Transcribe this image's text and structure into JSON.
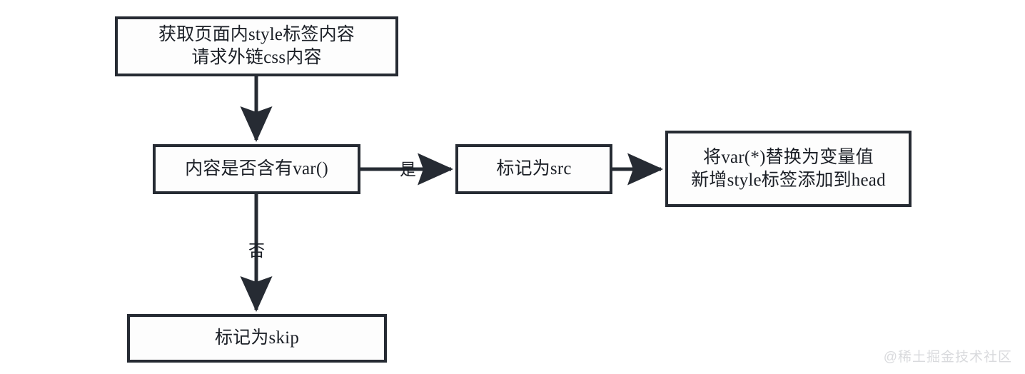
{
  "diagram": {
    "type": "flowchart",
    "background_color": "#ffffff",
    "stroke_color": "#262b33",
    "text_color": "#1b1f26",
    "nodes": [
      {
        "id": "fetch",
        "lines": [
          "获取页面内style标签内容",
          "请求外链css内容"
        ],
        "shape": "rectangle"
      },
      {
        "id": "check",
        "lines": [
          "内容是否含有var()"
        ],
        "shape": "rectangle"
      },
      {
        "id": "src",
        "lines": [
          "标记为src"
        ],
        "shape": "rectangle"
      },
      {
        "id": "replace",
        "lines": [
          "将var(*)替换为变量值",
          "新增style标签添加到head"
        ],
        "shape": "rectangle"
      },
      {
        "id": "skip",
        "lines": [
          "标记为skip"
        ],
        "shape": "rectangle"
      }
    ],
    "edges": [
      {
        "id": "fetch-to-check",
        "from": "fetch",
        "to": "check",
        "label": ""
      },
      {
        "id": "check-to-src",
        "from": "check",
        "to": "src",
        "label": "是"
      },
      {
        "id": "src-to-replace",
        "from": "src",
        "to": "replace",
        "label": ""
      },
      {
        "id": "check-to-skip",
        "from": "check",
        "to": "skip",
        "label": "否"
      }
    ]
  },
  "watermark": {
    "text": "@稀土掘金技术社区",
    "color": "#d9dadd"
  }
}
